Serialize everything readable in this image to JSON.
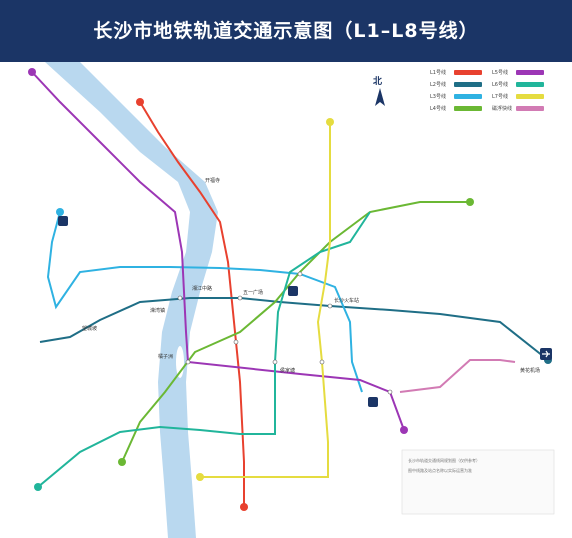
{
  "title": "长沙市地铁轨道交通示意图（L1–L8号线）",
  "north_label": "北",
  "colors": {
    "header_bg": "#1b3566",
    "river": "#b9d8ef",
    "L1": "#e8412f",
    "L2": "#1f6e86",
    "L3": "#2fb2e2",
    "L4": "#6bb834",
    "L5": "#9c36b5",
    "L6": "#21b59b",
    "L7": "#e5dc40",
    "L8": "#d27bb4"
  },
  "legend": [
    {
      "label": "L1号线",
      "line": "L1"
    },
    {
      "label": "L2号线",
      "line": "L2"
    },
    {
      "label": "L3号线",
      "line": "L3"
    },
    {
      "label": "L4号线",
      "line": "L4"
    },
    {
      "label": "L5号线",
      "line": "L5"
    },
    {
      "label": "L6号线",
      "line": "L6"
    },
    {
      "label": "L7号线",
      "line": "L7"
    },
    {
      "label": "磁浮快线",
      "line": "L8"
    }
  ],
  "stations": [
    {
      "name": "开福寺"
    },
    {
      "name": "五一广场"
    },
    {
      "name": "长沙火车站"
    },
    {
      "name": "湘江中路"
    },
    {
      "name": "望城坡"
    },
    {
      "name": "黄花机场"
    },
    {
      "name": "侯家塘"
    },
    {
      "name": "溁湾镇"
    },
    {
      "name": "橘子洲"
    }
  ],
  "notes": [
    "长沙市轨道交通线网规划图（仅供参考）",
    "图中线路及站点名称以实际运营为准"
  ]
}
